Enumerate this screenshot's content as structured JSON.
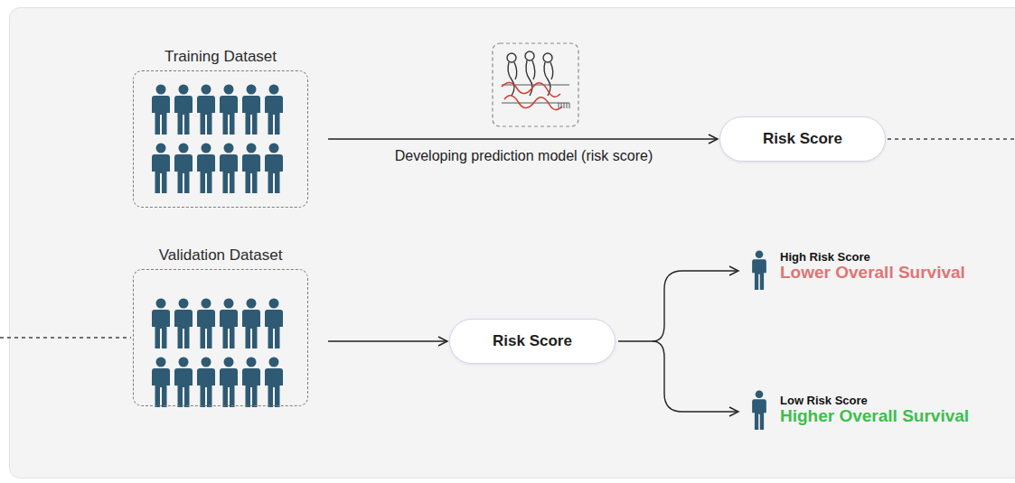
{
  "diagram": {
    "nodes": [
      {
        "text": [
          "Training Dataset"
        ]
      },
      {
        "text": [
          "Risk Score"
        ]
      },
      {
        "text": [
          "Validation Dataset"
        ]
      },
      {
        "text": [
          "Risk Score"
        ]
      }
    ],
    "edges": [
      {
        "from": 0,
        "to": 1,
        "arrow": "to",
        "label": "Developing prediction model (risk score)"
      },
      {
        "from": 1,
        "to": 2,
        "arrow": "none"
      },
      {
        "from": 2,
        "to": 3,
        "arrow": "to"
      }
    ],
    "labels": [
      "High Risk Score",
      "Lower Overall Survival",
      "Low Risk Score",
      "Higher Overall Survival"
    ]
  }
}
